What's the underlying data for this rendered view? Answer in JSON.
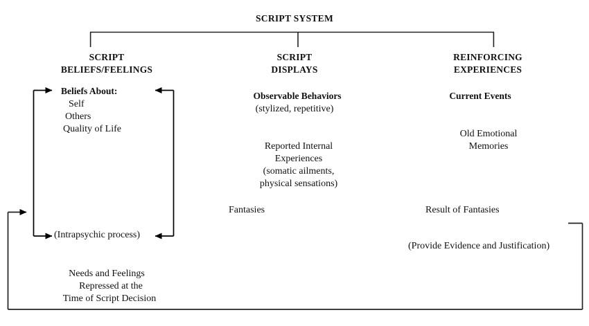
{
  "diagram": {
    "title": "SCRIPT SYSTEM",
    "columns": [
      {
        "id": "script-beliefs-feelings",
        "header_line1": "SCRIPT",
        "header_line2": "BELIEFS/FEELINGS",
        "subtitle": "Beliefs About:",
        "items": [
          "Self",
          "Others",
          "Quality of Life"
        ],
        "process_label": "(Intrapsychic process)",
        "footer_line1": "Needs and Feelings",
        "footer_line2": "Repressed at the",
        "footer_line3": "Time of Script Decision"
      },
      {
        "id": "script-displays",
        "header_line1": "SCRIPT",
        "header_line2": "DISPLAYS",
        "subtitle": "Observable Behaviors",
        "subtitle_note": "(stylized, repetitive)",
        "block2_line1": "Reported Internal",
        "block2_line2": "Experiences",
        "block2_line3": "(somatic ailments,",
        "block2_line4": "physical sensations)",
        "block3": "Fantasies"
      },
      {
        "id": "reinforcing-experiences",
        "header_line1": "REINFORCING",
        "header_line2": "EXPERIENCES",
        "subtitle": "Current Events",
        "block2_line1": "Old Emotional",
        "block2_line2": "Memories",
        "block3": "Result of Fantasies",
        "block4": "(Provide Evidence and Justification)"
      }
    ],
    "colors": {
      "line": "#000000",
      "text": "#111111",
      "background": "#ffffff"
    },
    "connectors": [
      "system-bracket-to-three-columns",
      "beliefs-loop-left-up-arrow",
      "beliefs-loop-right-down-arrow",
      "intrapsychic-left-in-arrow",
      "intrapsychic-right-in-arrow",
      "outer-feedback-loop-right-to-left"
    ]
  }
}
